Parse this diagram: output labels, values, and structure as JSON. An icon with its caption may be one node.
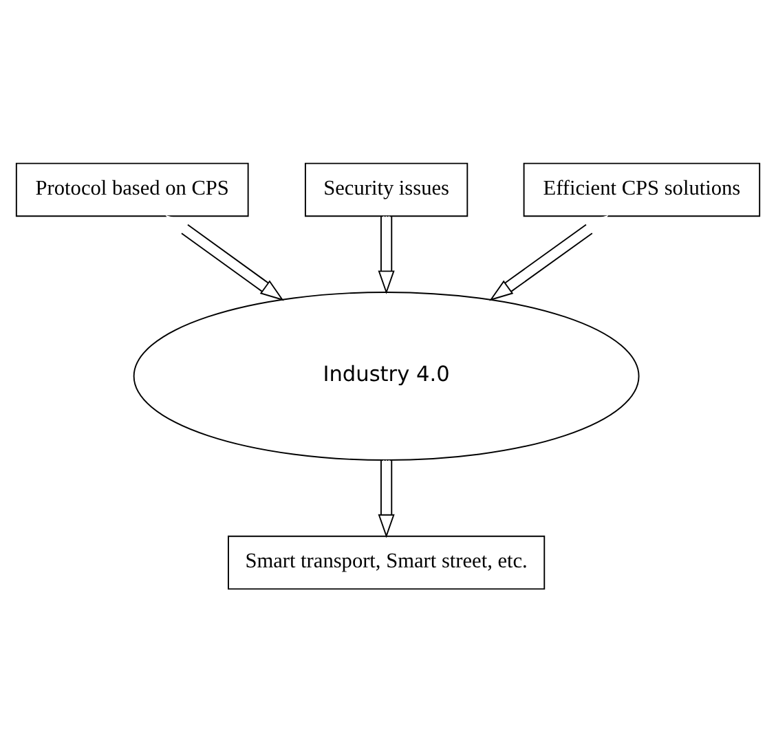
{
  "diagram": {
    "nodes": [
      {
        "text": [
          "Protocol based on CPS"
        ]
      },
      {
        "text": [
          "Security issues"
        ]
      },
      {
        "text": [
          "Efficient CPS solutions"
        ]
      },
      {
        "text": [
          "Industry 4.0"
        ]
      },
      {
        "text": [
          "Smart transport, Smart street, etc."
        ]
      }
    ],
    "edges": [
      {
        "from": 0,
        "to": 3,
        "arrow": "both"
      },
      {
        "from": 1,
        "to": 3,
        "arrow": "to"
      },
      {
        "from": 2,
        "to": 3,
        "arrow": "both"
      },
      {
        "from": 3,
        "to": 4,
        "arrow": "to"
      }
    ]
  }
}
